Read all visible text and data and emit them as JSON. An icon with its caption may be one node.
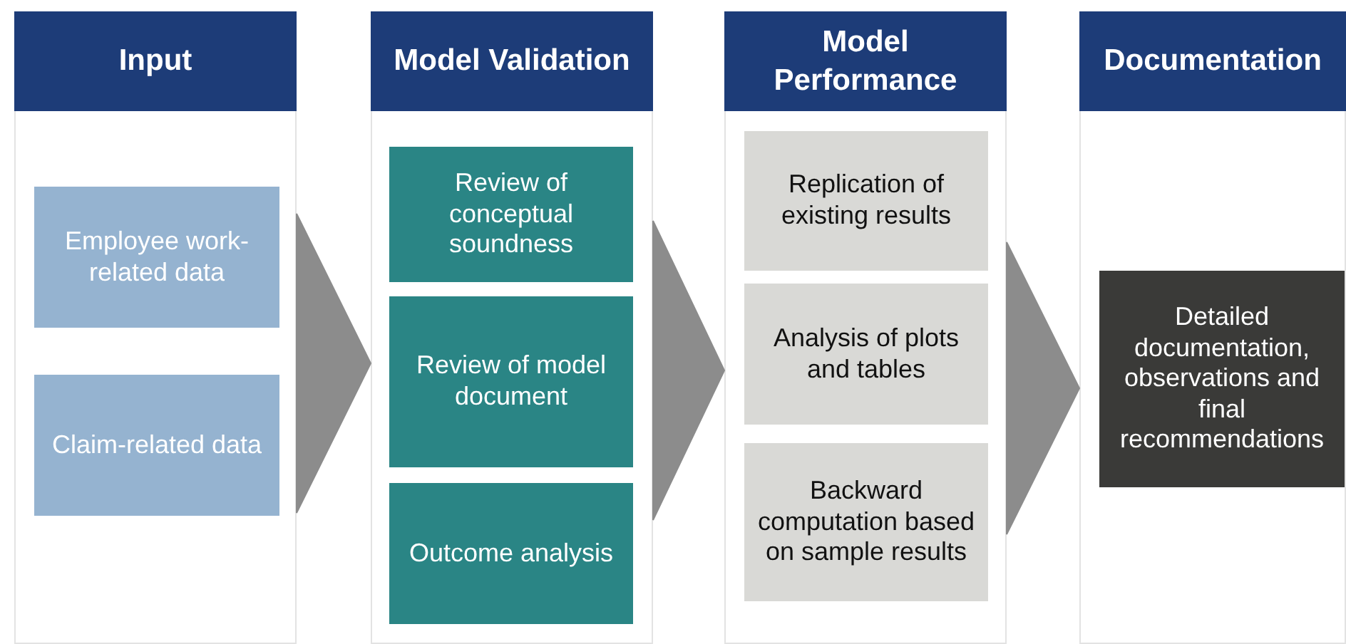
{
  "diagram": {
    "nodes": [
      {
        "text": [
          "Input"
        ]
      },
      {
        "text": [
          "Employee work-related data"
        ],
        "in": 0
      },
      {
        "text": [
          "Claim-related data"
        ],
        "in": 0
      },
      {
        "text": [
          "Model Validation"
        ]
      },
      {
        "text": [
          "Review of conceptual soundness"
        ],
        "in": 3
      },
      {
        "text": [
          "Review of model document"
        ],
        "in": 3
      },
      {
        "text": [
          "Outcome analysis"
        ],
        "in": 3
      },
      {
        "text": [
          "Model Performance"
        ]
      },
      {
        "text": [
          "Replication of existing results"
        ],
        "in": 7
      },
      {
        "text": [
          "Analysis of plots and tables"
        ],
        "in": 7
      },
      {
        "text": [
          "Backward computation based on sample results"
        ],
        "in": 7
      },
      {
        "text": [
          "Documentation"
        ]
      },
      {
        "text": [
          "Detailed documentation, observations and final recommendations"
        ],
        "in": 11
      }
    ],
    "edges": [
      {
        "from": 0,
        "to": 3,
        "arrow": "to"
      },
      {
        "from": 3,
        "to": 7,
        "arrow": "to"
      },
      {
        "from": 7,
        "to": 11,
        "arrow": "to"
      }
    ]
  }
}
